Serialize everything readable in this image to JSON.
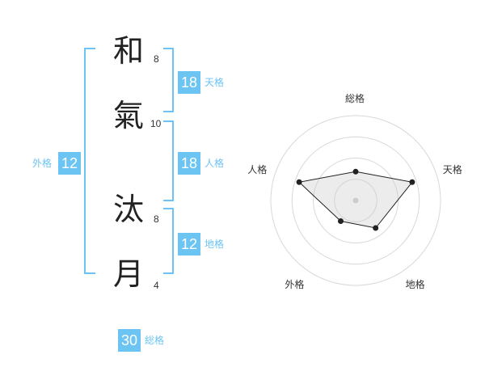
{
  "characters": [
    {
      "char": "和",
      "strokes": "8"
    },
    {
      "char": "氣",
      "strokes": "10"
    },
    {
      "char": "汰",
      "strokes": "8"
    },
    {
      "char": "月",
      "strokes": "4"
    }
  ],
  "fortunes": {
    "ten": {
      "value": "18",
      "label": "天格"
    },
    "jin": {
      "value": "18",
      "label": "人格"
    },
    "chi": {
      "value": "12",
      "label": "地格"
    },
    "gai": {
      "value": "12",
      "label": "外格"
    },
    "sou": {
      "value": "30",
      "label": "総格"
    }
  },
  "colors": {
    "accent": "#6cc4f2",
    "text": "#222222"
  },
  "chart_data": {
    "type": "radar",
    "axes": [
      "総格",
      "天格",
      "地格",
      "外格",
      "人格"
    ],
    "values": [
      1.7,
      3.5,
      2.0,
      1.5,
      3.5
    ],
    "rmax": 5,
    "rings": 4
  }
}
